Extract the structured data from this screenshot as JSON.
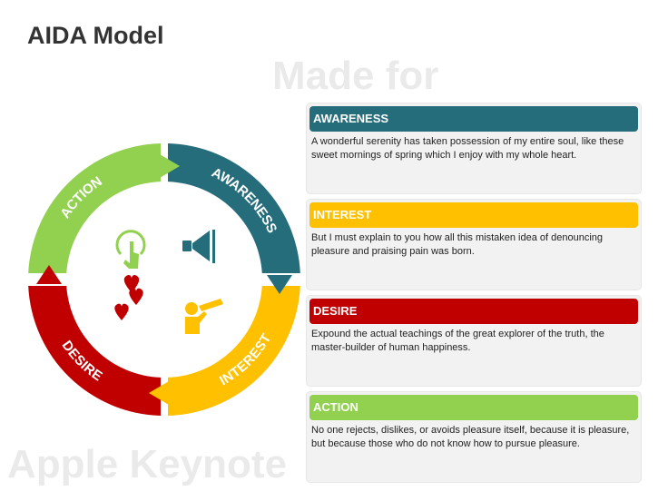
{
  "title": "AIDA Model",
  "watermark": [
    "Made for",
    "Apple Keynote"
  ],
  "stages": [
    {
      "label": "AWARENESS",
      "color": "#266D7C",
      "text": "A wonderful serenity has taken possession of my entire soul, like these sweet mornings of spring which I enjoy with my whole heart.",
      "icon": "megaphone-icon"
    },
    {
      "label": "INTEREST",
      "color": "#FFC000",
      "text": "But I must explain to you how all this mistaken idea of denouncing pleasure and praising pain was born.",
      "icon": "telescope-person-icon"
    },
    {
      "label": "DESIRE",
      "color": "#C00000",
      "text": "Expound the actual teachings of the great explorer of the truth, the master-builder of human happiness.",
      "icon": "hearts-icon"
    },
    {
      "label": "ACTION",
      "color": "#92D050",
      "text": "No one rejects, dislikes, or avoids pleasure itself, because it is pleasure, but because those who do not know how to pursue pleasure.",
      "icon": "click-hand-icon"
    }
  ]
}
